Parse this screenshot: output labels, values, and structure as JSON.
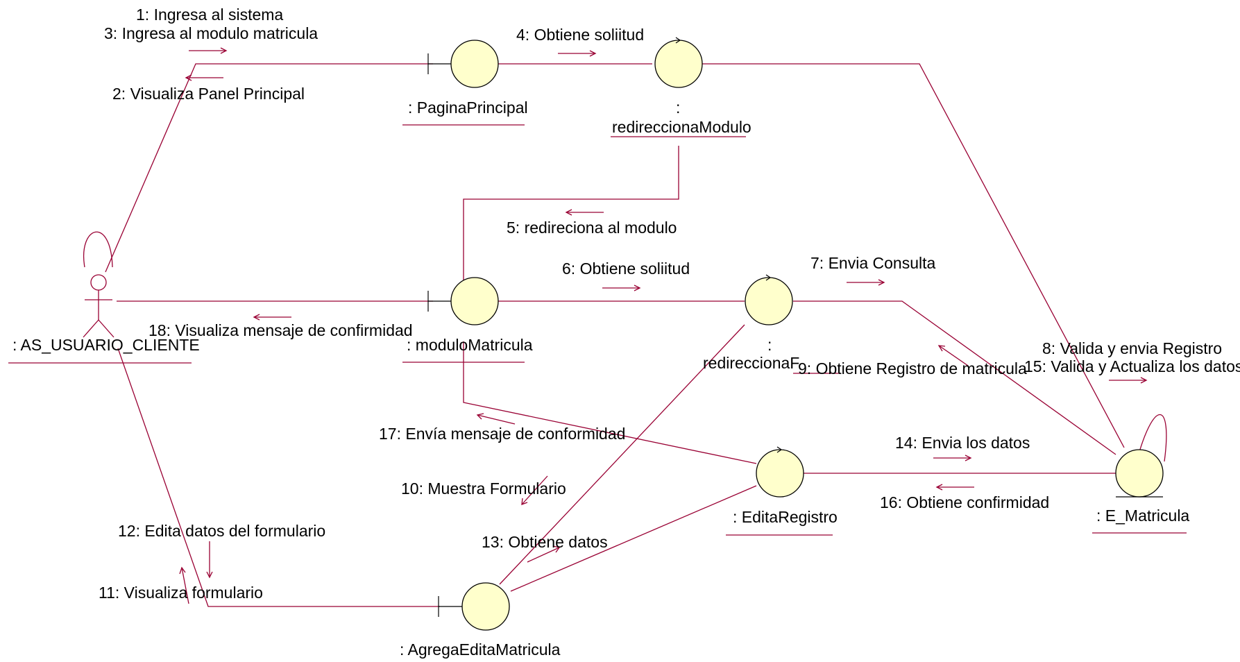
{
  "actor": {
    "name": ": AS_USUARIO_CLIENTE"
  },
  "objects": {
    "pagina_principal": ": PaginaPrincipal",
    "redirecciona_modulo_colon": ":",
    "redirecciona_modulo": "redireccionaModulo",
    "modulo_matricula": ": moduloMatricula",
    "redirecciona_f_colon": ":",
    "redirecciona_f": "redireccionaF",
    "edita_registro": ": EditaRegistro",
    "e_matricula": ": E_Matricula",
    "agrega_edita_matricula": ": AgregaEditaMatricula"
  },
  "messages": {
    "m1": "1: Ingresa al sistema",
    "m2": "2: Visualiza Panel Principal",
    "m3": "3: Ingresa al modulo matricula",
    "m4": "4: Obtiene soliitud",
    "m5": "5: redireciona al modulo",
    "m6": "6: Obtiene soliitud",
    "m7": "7: Envia Consulta",
    "m8": "8: Valida y envia Registro",
    "m9": "9: Obtiene Registro de matricula",
    "m10": "10: Muestra Formulario",
    "m11": "11: Visualiza formulario",
    "m12": "12: Edita datos del formulario",
    "m13": "13: Obtiene datos",
    "m14": "14: Envia los datos",
    "m15": "15: Valida y Actualiza los datos",
    "m16": "16: Obtiene confirmidad",
    "m17": "17: Envía mensaje de conformidad",
    "m18": "18: Visualiza mensaje de confirmidad"
  },
  "colors": {
    "line": "#990033",
    "object_fill": "#ffffcc",
    "text": "#000000"
  }
}
